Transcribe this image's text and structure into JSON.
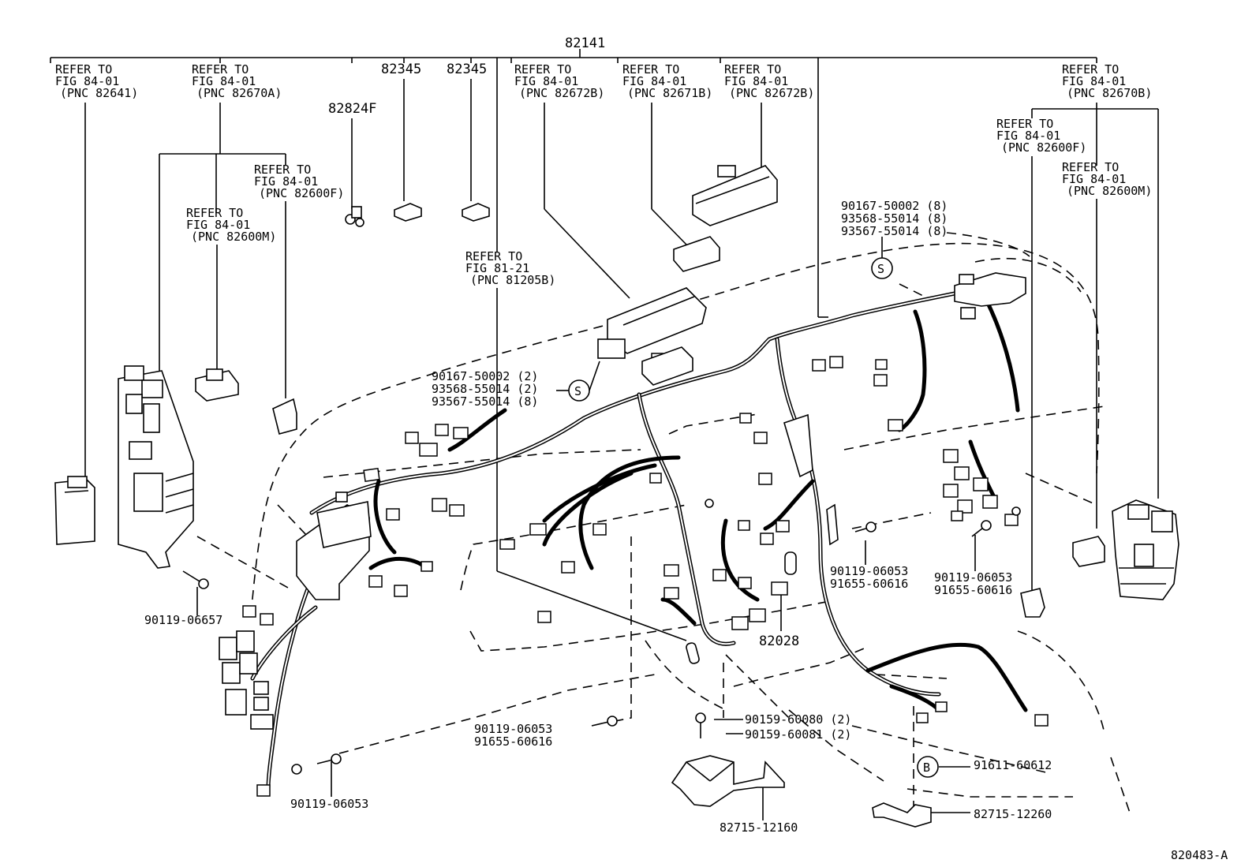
{
  "diagram": {
    "top_part": "82141",
    "refer": [
      {
        "line1": "REFER TO",
        "line2": "FIG 84-01",
        "line3": "(PNC 82641)"
      },
      {
        "line1": "REFER TO",
        "line2": "FIG 84-01",
        "line3": "(PNC 82670A)"
      },
      {
        "line1": "REFER TO",
        "line2": "FIG 84-01",
        "line3": "(PNC 82600F)"
      },
      {
        "line1": "REFER TO",
        "line2": "FIG 84-01",
        "line3": "(PNC 82600M)"
      },
      {
        "line1": "REFER TO",
        "line2": "FIG 81-21",
        "line3": "(PNC 81205B)"
      },
      {
        "line1": "REFER TO",
        "line2": "FIG 84-01",
        "line3": "(PNC 82672B)"
      },
      {
        "line1": "REFER TO",
        "line2": "FIG 84-01",
        "line3": "(PNC 82671B)"
      },
      {
        "line1": "REFER TO",
        "line2": "FIG 84-01",
        "line3": "(PNC 82672B)"
      },
      {
        "line1": "REFER TO",
        "line2": "FIG 84-01",
        "line3": "(PNC 82670B)"
      },
      {
        "line1": "REFER TO",
        "line2": "FIG 84-01",
        "line3": "(PNC 82600F)"
      },
      {
        "line1": "REFER TO",
        "line2": "FIG 84-01",
        "line3": "(PNC 82600M)"
      }
    ],
    "parts": {
      "p82824F": "82824F",
      "p82345a": "82345",
      "p82345b": "82345",
      "p82028": "82028",
      "bolt_left_top": "90119-06657",
      "bolt_left_bottom": "90119-06053",
      "bolt_center_a": "90119-06053",
      "bolt_center_b": "91655-60616",
      "bolt_mid_right_a": "90119-06053",
      "bolt_mid_right_b": "91655-60616",
      "bolt_right_a": "90119-06053",
      "bolt_right_b": "91655-60616",
      "clip_top_a": "90167-50002 (8)",
      "clip_top_b": "93568-55014 (8)",
      "clip_top_c": "93567-55014 (8)",
      "clip_mid_a": "90167-50002 (2)",
      "clip_mid_b": "93568-55014 (2)",
      "clip_mid_c": "93567-55014 (8)",
      "nut_a": "90159-60080 (2)",
      "nut_b": "90159-60081 (2)",
      "bracket_center": "82715-12160",
      "bracket_right": "82715-12260",
      "clip_b": "91611-60612",
      "marker_s": "S",
      "marker_b": "B",
      "figure_id": "820483-A"
    }
  }
}
